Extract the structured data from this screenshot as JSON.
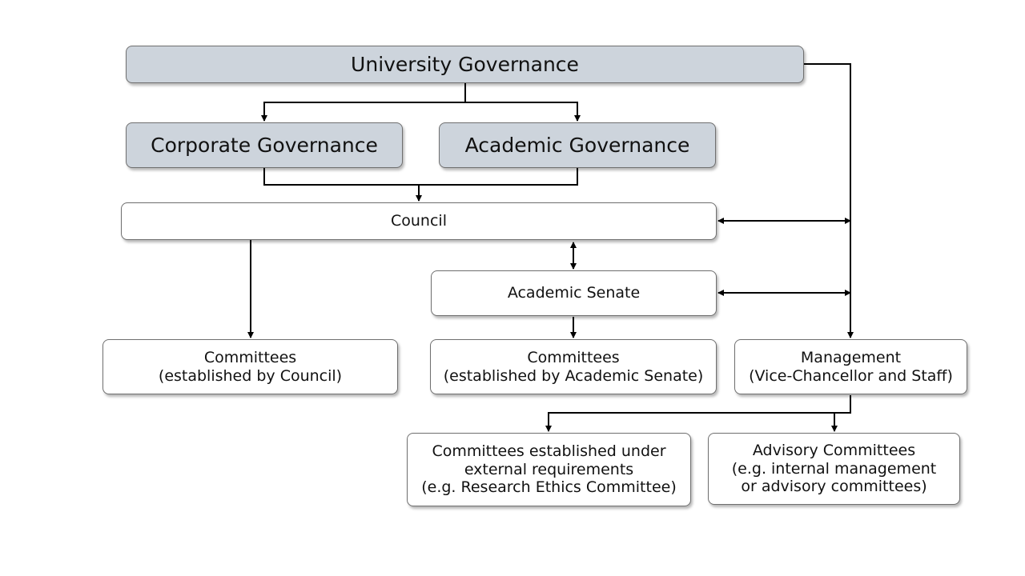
{
  "diagram": {
    "university_governance": "University Governance",
    "corporate_governance": "Corporate Governance",
    "academic_governance": "Academic Governance",
    "council": "Council",
    "academic_senate": "Academic Senate",
    "council_committees": {
      "line1": "Committees",
      "line2": "(established by Council)"
    },
    "senate_committees": {
      "line1": "Committees",
      "line2": "(established by Academic Senate)"
    },
    "management": {
      "line1": "Management",
      "line2": "(Vice-Chancellor and Staff)"
    },
    "external_committees": {
      "line1": "Committees established under",
      "line2": "external requirements",
      "line3": "(e.g. Research Ethics Committee)"
    },
    "advisory_committees": {
      "line1": "Advisory Committees",
      "line2": "(e.g. internal management",
      "line3": "or advisory committees)"
    }
  }
}
